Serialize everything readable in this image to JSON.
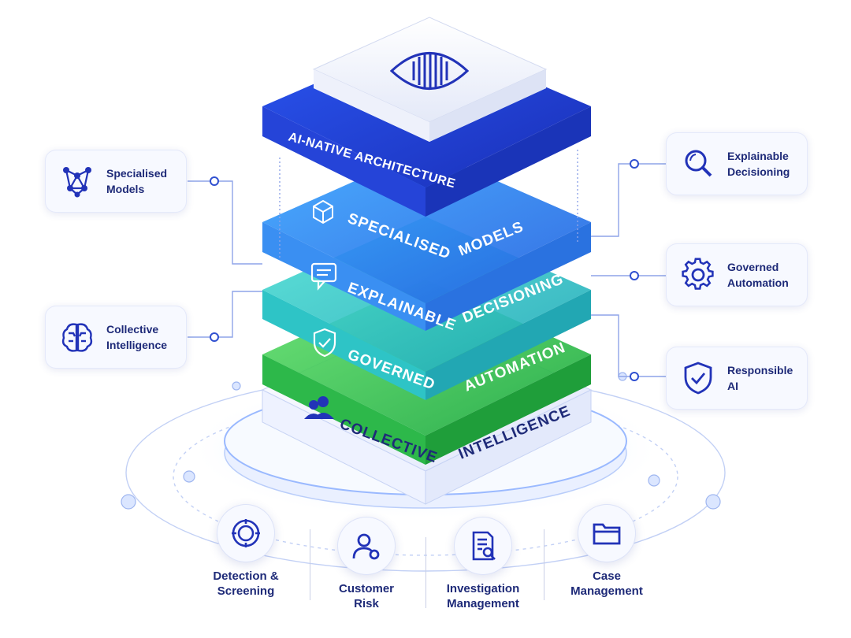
{
  "stack": {
    "layers": [
      {
        "id": "architecture",
        "text": "AI-NATIVE ARCHITECTURE"
      },
      {
        "id": "specialised",
        "left": "SPECIALISED",
        "right": "MODELS"
      },
      {
        "id": "explainable",
        "left": "EXPLAINABLE",
        "right": "DECISIONING"
      },
      {
        "id": "governed",
        "left": "GOVERNED",
        "right": "AUTOMATION"
      },
      {
        "id": "collective",
        "left": "COLLECTIVE",
        "right": "INTELLIGENCE"
      }
    ]
  },
  "left_cards": [
    {
      "line1": "Specialised",
      "line2": "Models",
      "icon": "network-graph-icon"
    },
    {
      "line1": "Collective",
      "line2": "Intelligence",
      "icon": "brain-icon"
    }
  ],
  "right_cards": [
    {
      "line1": "Explainable",
      "line2": "Decisioning",
      "icon": "magnifier-icon"
    },
    {
      "line1": "Governed",
      "line2": "Automation",
      "icon": "gear-icon"
    },
    {
      "line1": "Responsible",
      "line2": "AI",
      "icon": "shield-check-icon"
    }
  ],
  "bottom_items": [
    {
      "line1": "Detection &",
      "line2": "Screening",
      "icon": "target-cycle-icon"
    },
    {
      "line1": "Customer",
      "line2": "Risk",
      "icon": "user-icon"
    },
    {
      "line1": "Investigation",
      "line2": "Management",
      "icon": "document-search-icon"
    },
    {
      "line1": "Case",
      "line2": "Management",
      "icon": "folder-icon"
    }
  ],
  "colors": {
    "navy": "#1e2a78",
    "architecture": "#1f3fd6",
    "specialised": "#2f8ff0",
    "explainable": "#2fc9c0",
    "governed": "#2fc74a",
    "collective": "#f1f4ff"
  }
}
